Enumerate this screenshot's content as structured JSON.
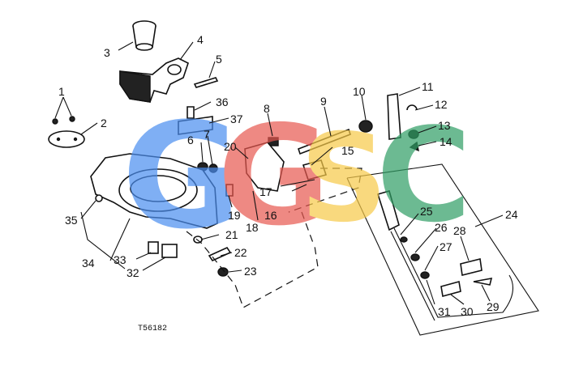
{
  "diagram": {
    "code": "T56182",
    "watermark": {
      "letters": [
        "G",
        "G",
        "S",
        "C"
      ],
      "colors": [
        "#4a8ef0",
        "#e8584f",
        "#f7c948",
        "#2f9e64"
      ]
    },
    "callouts": [
      "1",
      "2",
      "3",
      "4",
      "5",
      "6",
      "7",
      "8",
      "9",
      "10",
      "11",
      "12",
      "13",
      "14",
      "15",
      "16",
      "17",
      "18",
      "19",
      "20",
      "21",
      "22",
      "23",
      "24",
      "25",
      "26",
      "27",
      "28",
      "29",
      "30",
      "31",
      "32",
      "33",
      "34",
      "35",
      "36",
      "37"
    ]
  }
}
